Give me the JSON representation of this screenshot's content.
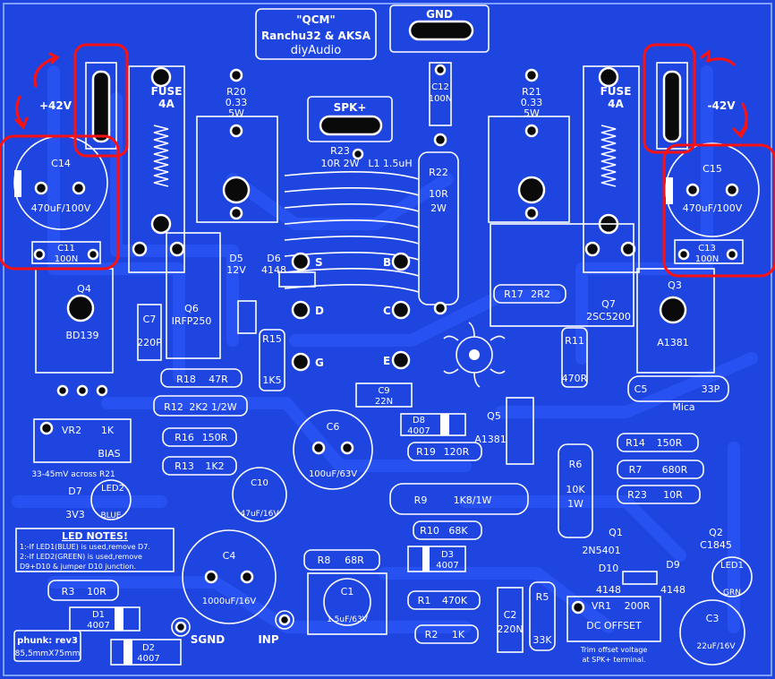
{
  "header": {
    "title": "\"QCM\"",
    "subtitle": "Ranchu32 & AKSA",
    "site": "diyAudio"
  },
  "terminals": {
    "gnd": "GND",
    "spk": "SPK+",
    "sgnd": "SGND",
    "inp": "INP"
  },
  "rails": {
    "pos": "+42V",
    "neg": "-42V"
  },
  "fuses": [
    {
      "name": "FUSE",
      "rating": "4A"
    },
    {
      "name": "FUSE",
      "rating": "4A"
    }
  ],
  "components": {
    "c14": [
      "C14",
      "470uF/100V"
    ],
    "c11": [
      "C11",
      "100N"
    ],
    "c15": [
      "C15",
      "470uF/100V"
    ],
    "c13": [
      "C13",
      "100N"
    ],
    "r20": [
      "R20",
      "0.33",
      "5W"
    ],
    "r21": [
      "R21",
      "0.33",
      "5W"
    ],
    "c12": [
      "C12",
      "100N"
    ],
    "r23a": [
      "R23",
      "10R 2W"
    ],
    "l1": "L1 1.5uH",
    "r22": [
      "R22",
      "10R",
      "2W"
    ],
    "q4": [
      "Q4",
      "BD139"
    ],
    "c7": [
      "C7",
      "220P"
    ],
    "q6": [
      "Q6",
      "IRFP250"
    ],
    "d5": [
      "D5",
      "12V"
    ],
    "d6": [
      "D6",
      "4148"
    ],
    "r15": [
      "R15",
      "1K5"
    ],
    "r17": [
      "R17",
      "2R2"
    ],
    "q7": [
      "Q7",
      "2SC5200"
    ],
    "q3": [
      "Q3",
      "A1381"
    ],
    "r11": [
      "R11",
      "470R"
    ],
    "c5": [
      "C5",
      "33P",
      "Mica"
    ],
    "r18": [
      "R18",
      "47R"
    ],
    "r12": [
      "R12",
      "2K2 1/2W"
    ],
    "c9": [
      "C9",
      "22N"
    ],
    "vr2": [
      "VR2",
      "1K",
      "BIAS"
    ],
    "r16": [
      "R16",
      "150R"
    ],
    "r13": [
      "R13",
      "1K2"
    ],
    "bias_note": "33-45mV across R21",
    "c6": [
      "C6",
      "100uF/63V"
    ],
    "d8": [
      "D8",
      "4007"
    ],
    "r19": [
      "R19",
      "120R"
    ],
    "q5": [
      "Q5",
      "A1381"
    ],
    "r6": [
      "R6",
      "10K",
      "1W"
    ],
    "r14": [
      "R14",
      "150R"
    ],
    "r7": [
      "R7",
      "680R"
    ],
    "r23b": [
      "R23",
      "10R"
    ],
    "d7": [
      "D7",
      "3V3"
    ],
    "led2": [
      "LED2",
      "BLUE"
    ],
    "c10": [
      "C10",
      "47uF/16V"
    ],
    "r9": [
      "R9",
      "1K8/1W"
    ],
    "r10": [
      "R10",
      "68K"
    ],
    "q1": [
      "Q1",
      "2N5401"
    ],
    "q2": [
      "Q2",
      "C1845"
    ],
    "d10": [
      "D10",
      "4148"
    ],
    "d9": [
      "D9",
      "4148"
    ],
    "led1": [
      "LED1",
      "GRN"
    ],
    "c4": [
      "C4",
      "1000uF/16V"
    ],
    "r8": [
      "R8",
      "68R"
    ],
    "d3": [
      "D3",
      "4007"
    ],
    "r3": [
      "R3",
      "10R"
    ],
    "c1": [
      "C1",
      "1.5uF/63V"
    ],
    "r1": [
      "R1",
      "470K"
    ],
    "c2": [
      "C2",
      "220N"
    ],
    "r5": [
      "R5",
      "33K"
    ],
    "r2": [
      "R2",
      "1K"
    ],
    "vr1": [
      "VR1",
      "200R",
      "DC OFFSET"
    ],
    "trim_note": [
      "Trim offset voltage",
      "at SPK+ terminal."
    ],
    "c3": [
      "C3",
      "22uF/16V"
    ],
    "d1": [
      "D1",
      "4007"
    ],
    "d2": [
      "D2",
      "4007"
    ]
  },
  "mosfet_pins": [
    "S",
    "B",
    "D",
    "C",
    "G",
    "E"
  ],
  "led_notes": {
    "title": "LED NOTES!",
    "line1": "1:-If LED1(BLUE) is used,remove D7.",
    "line2": "2:-If LED2(GREEN) is used,remove",
    "line3": "D9+D10 & jumper D10 junction."
  },
  "footer": {
    "rev": "phunk: rev3",
    "size": "85,5mmX75mm"
  },
  "colors": {
    "board": "#1f45e0",
    "silk": "#ffffff",
    "pad": "#0a0a0a",
    "annotation": "#ff1010"
  }
}
